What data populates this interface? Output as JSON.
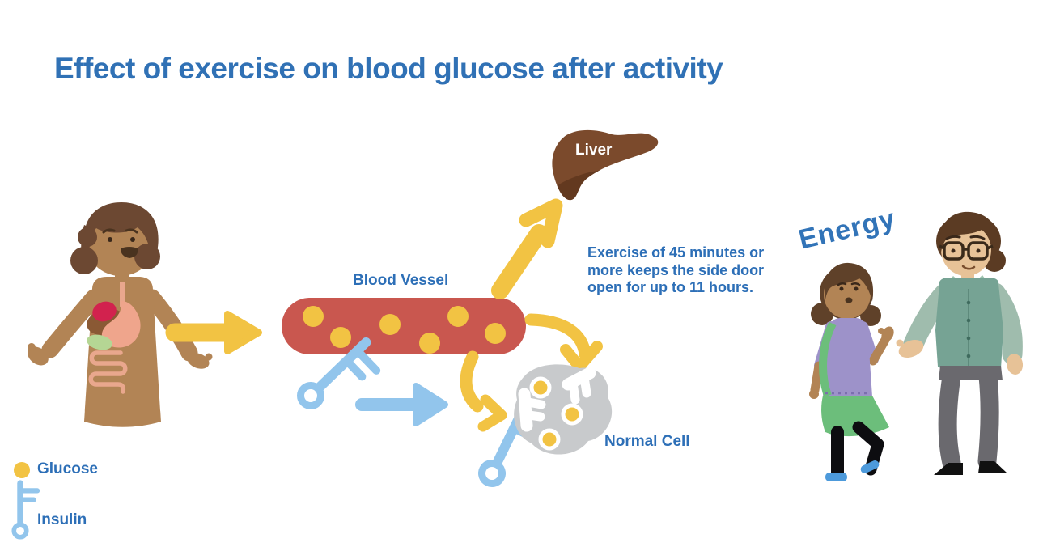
{
  "title": "Effect of exercise on blood glucose after activity",
  "labels": {
    "blood_vessel": "Blood Vessel",
    "liver": "Liver",
    "normal_cell": "Normal Cell",
    "energy": "Energy"
  },
  "note": {
    "lines": [
      "Exercise of 45 minutes or",
      "more keeps the side door",
      "open for up to 11 hours."
    ]
  },
  "legend": {
    "items": [
      {
        "icon": "glucose-dot",
        "label": "Glucose",
        "color": "#F2C343"
      },
      {
        "icon": "insulin-key",
        "label": "Insulin",
        "color": "#92C5EC"
      }
    ]
  },
  "colors": {
    "heading_blue": "#3071B5",
    "label_blue": "#2D6FB7",
    "glucose_yellow": "#F2C343",
    "insulin_blue": "#92C5EC",
    "vessel_red": "#C9574F",
    "cell_gray": "#C8CACC",
    "liver_brown": "#7B4A2C"
  }
}
